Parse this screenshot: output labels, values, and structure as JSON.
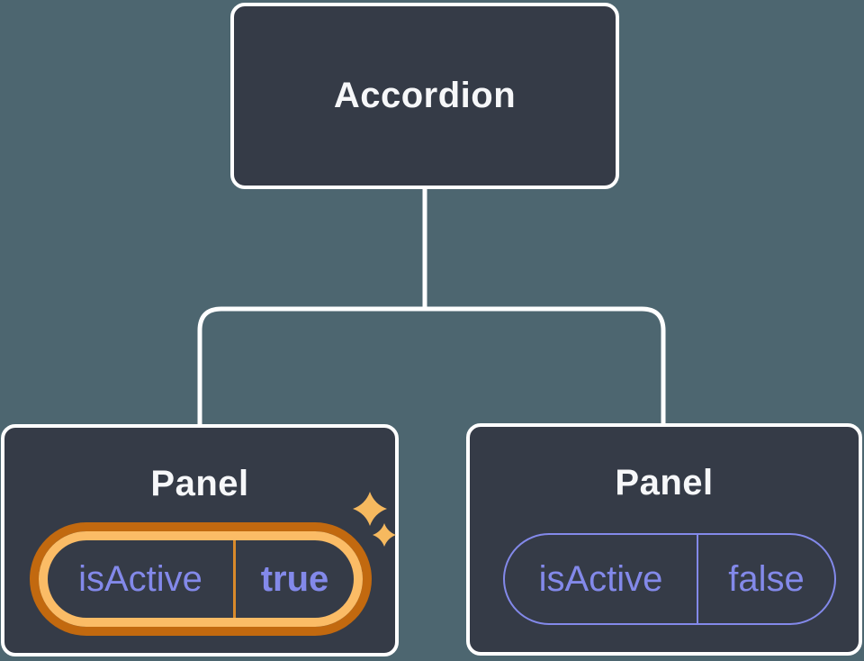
{
  "colors": {
    "bg": "#4d6670",
    "node-fill": "#353b47",
    "node-border": "#ffffff",
    "line": "#ffffff",
    "text-light": "#f6f7f9",
    "purple": "#8389ea",
    "orange-dark": "#c2690f",
    "orange-light": "#fbbc66",
    "orange-divider": "#d98a2b",
    "sparkle": "#f6b95f"
  },
  "tree": {
    "root": {
      "label": "Accordion"
    },
    "children": [
      {
        "label": "Panel",
        "state": {
          "key": "isActive",
          "value": "true"
        },
        "highlighted": true,
        "decoration": "sparkle-icon"
      },
      {
        "label": "Panel",
        "state": {
          "key": "isActive",
          "value": "false"
        },
        "highlighted": false
      }
    ]
  }
}
